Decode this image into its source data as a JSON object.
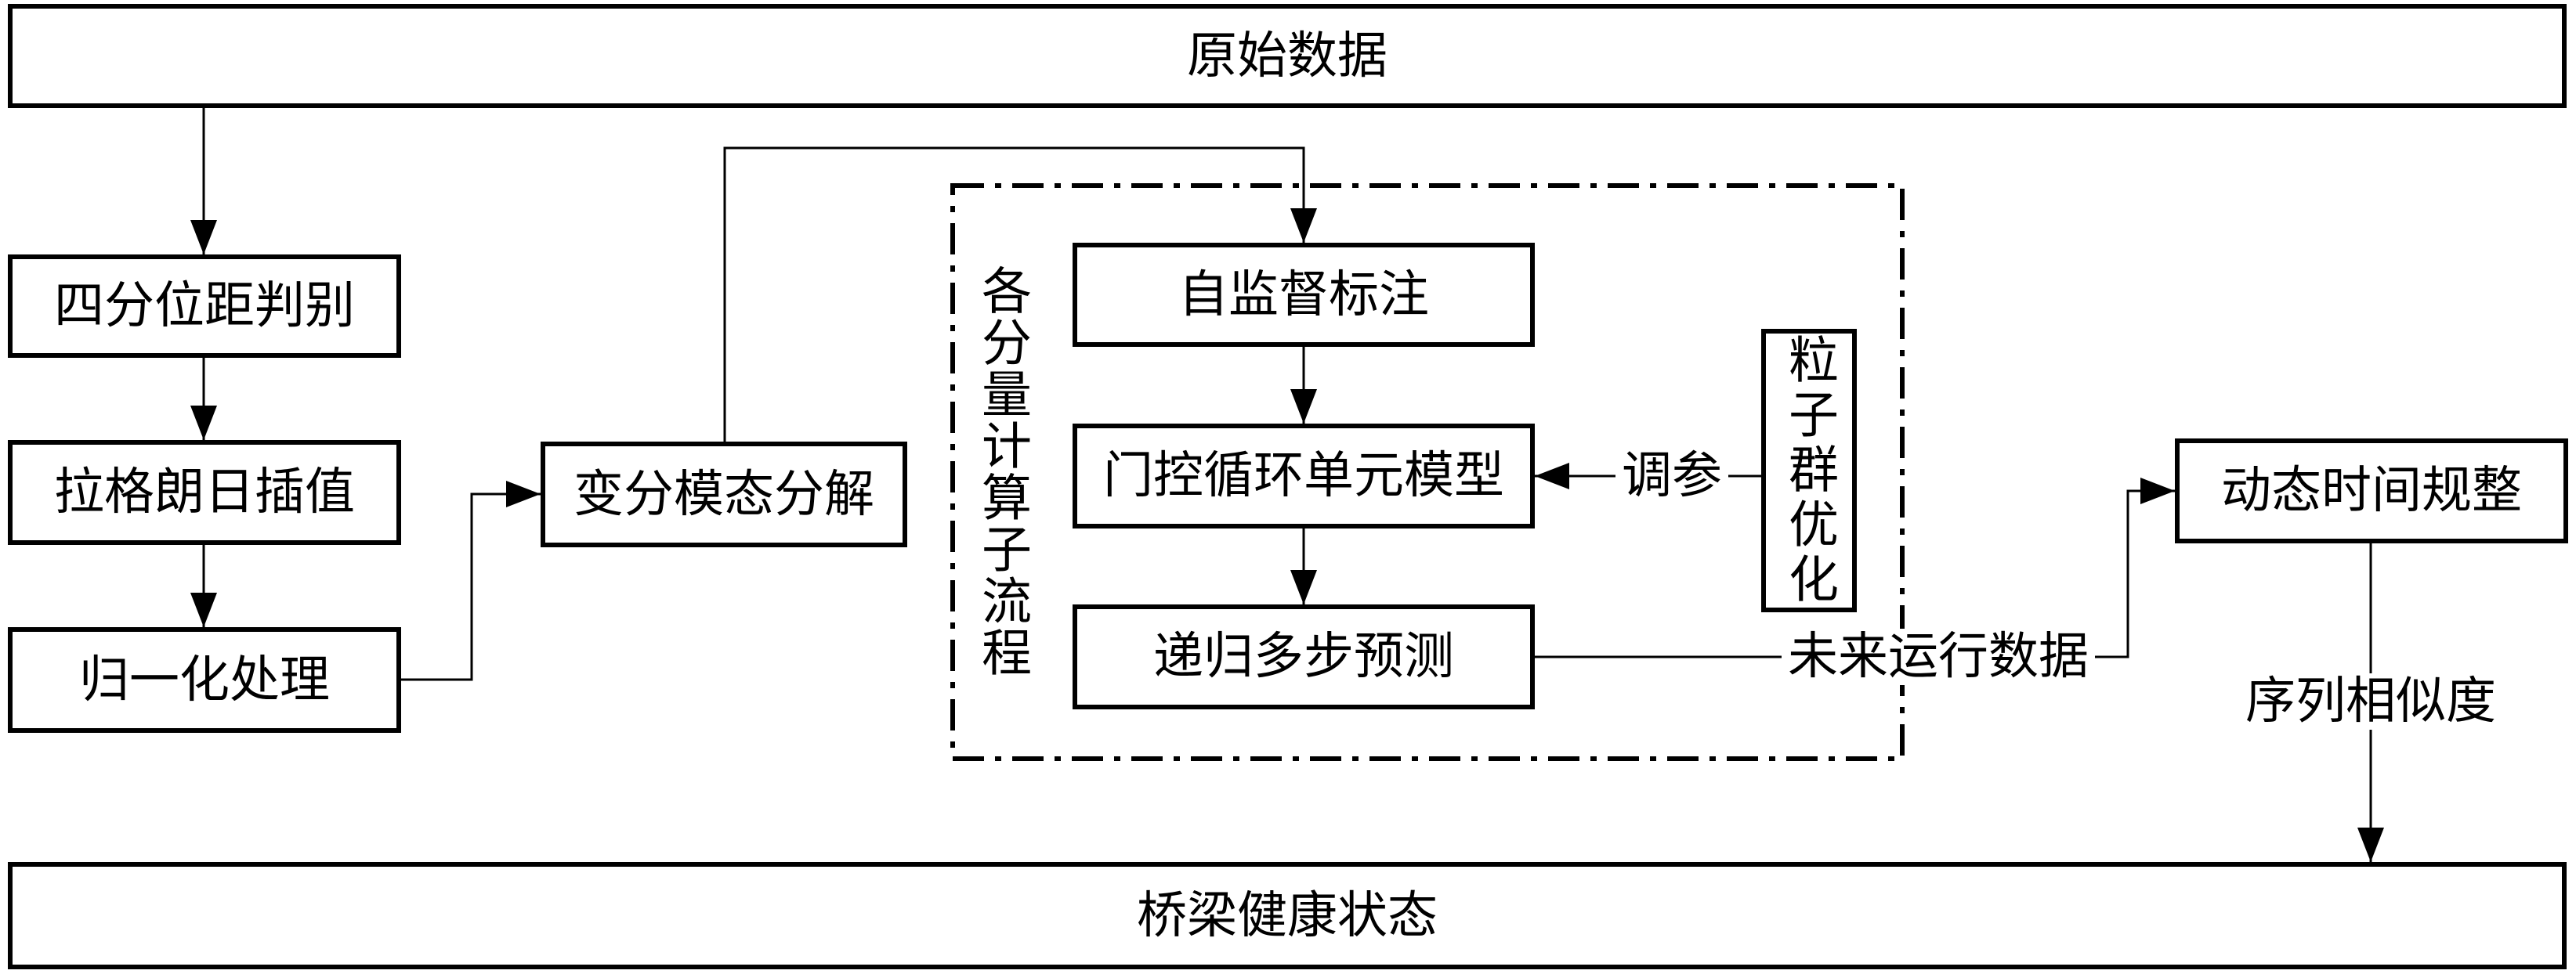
{
  "colors": {
    "line": "#000000",
    "background": "#ffffff",
    "text": "#000000"
  },
  "nodes": {
    "raw_data": "原始数据",
    "iqr": "四分位距判别",
    "lagrange": "拉格朗日插值",
    "normalize": "归一化处理",
    "vmd": "变分模态分解",
    "self_supervised": "自监督标注",
    "gru": "门控循环单元模型",
    "recursive": "递归多步预测",
    "pso": "粒子群优化",
    "dtw": "动态时间规整",
    "health": "桥梁健康状态"
  },
  "group": {
    "label": "各分量计算子流程"
  },
  "edge_labels": {
    "tuning": "调参",
    "future_data": "未来运行数据",
    "similarity": "序列相似度"
  }
}
